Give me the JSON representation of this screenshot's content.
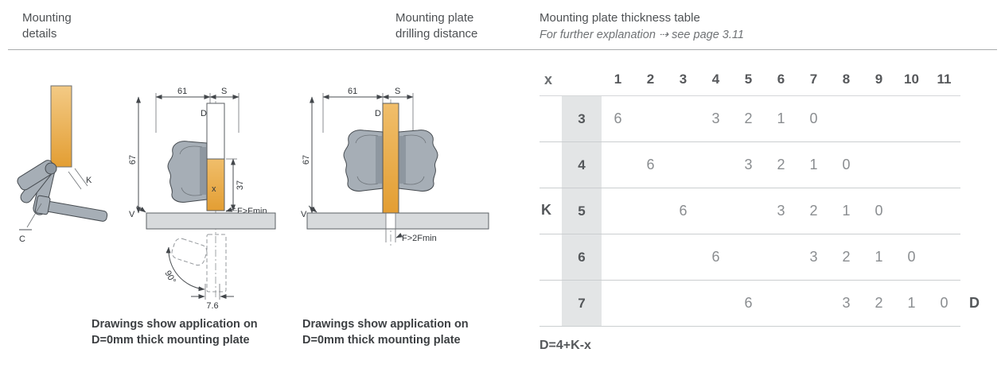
{
  "header": {
    "col1_line1": "Mounting",
    "col1_line2": "details",
    "col2_line1": "Mounting plate",
    "col2_line2": "drilling distance",
    "col3_title": "Mounting plate thickness table",
    "col3_subtitle": "For further explanation ⇢ see page 3.11"
  },
  "drawings": {
    "caption_line1": "Drawings show application on",
    "caption_line2": "D=0mm thick mounting plate",
    "open_hinge": {
      "k_label": "K",
      "c_label": "C"
    },
    "side_view": {
      "dim_61": "61",
      "dim_S": "S",
      "dim_D": "D",
      "dim_67": "67",
      "dim_x": "x",
      "dim_37": "37",
      "f_label": "F>Fmin",
      "v_label": "V",
      "angle_label": "90°",
      "dim_76": "7.6"
    },
    "drilling_view": {
      "dim_61": "61",
      "dim_S": "S",
      "dim_D": "D",
      "dim_67": "67",
      "v_label": "V",
      "f_label": "F>2Fmin"
    }
  },
  "table": {
    "x_header": "x",
    "k_label": "K",
    "d_label": "D",
    "columns": [
      "1",
      "2",
      "3",
      "4",
      "5",
      "6",
      "7",
      "8",
      "9",
      "10",
      "11"
    ],
    "rows": [
      {
        "k": "3",
        "cells": [
          "6",
          "",
          "",
          "3",
          "2",
          "1",
          "0",
          "",
          "",
          "",
          ""
        ]
      },
      {
        "k": "4",
        "cells": [
          "",
          "6",
          "",
          "",
          "3",
          "2",
          "1",
          "0",
          "",
          "",
          ""
        ]
      },
      {
        "k": "5",
        "cells": [
          "",
          "",
          "6",
          "",
          "",
          "3",
          "2",
          "1",
          "0",
          "",
          ""
        ]
      },
      {
        "k": "6",
        "cells": [
          "",
          "",
          "",
          "6",
          "",
          "",
          "3",
          "2",
          "1",
          "0",
          ""
        ]
      },
      {
        "k": "7",
        "cells": [
          "",
          "",
          "",
          "",
          "6",
          "",
          "",
          "3",
          "2",
          "1",
          "0"
        ]
      }
    ],
    "formula": "D=4+K-x"
  },
  "colors": {
    "accent_orange": "#E8A437",
    "hinge_gray": "#A6AEB6",
    "table_shade": "#E3E5E6",
    "text_dark": "#4F5254",
    "text_muted": "#8A8D90"
  }
}
